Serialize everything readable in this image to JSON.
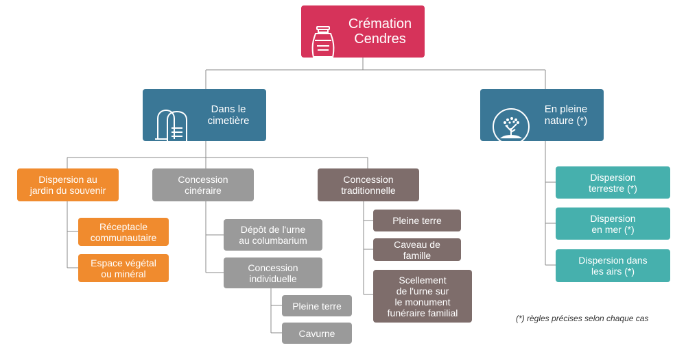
{
  "root": {
    "label": "Crémation\nCendres",
    "icon": "urn-icon"
  },
  "cemetery": {
    "label": "Dans le\ncimetière",
    "icon": "gravestones-icon",
    "jardin": {
      "label": "Dispersion au\njardin du souvenir",
      "children": [
        "Réceptacle\ncommunautaire",
        "Espace végétal\nou minéral"
      ]
    },
    "cineraire": {
      "label": "Concession\ncinéraire",
      "depot": "Dépôt de l'urne\nau columbarium",
      "individuelle": {
        "label": "Concession\nindividuelle",
        "children": [
          "Pleine terre",
          "Cavurne"
        ]
      }
    },
    "traditionnelle": {
      "label": "Concession\ntraditionnelle",
      "children": [
        "Pleine terre",
        "Caveau de\nfamille",
        "Scellement\nde l'urne sur\nle monument\nfunéraire familial"
      ]
    }
  },
  "nature": {
    "label": "En pleine\nnature (*)",
    "icon": "tree-icon",
    "children": [
      "Dispersion\nterrestre (*)",
      "Dispersion\nen mer (*)",
      "Dispersion dans\nles airs (*)"
    ]
  },
  "footnote": "(*) règles précises selon chaque cas",
  "colors": {
    "root": "#d6335a",
    "blue": "#3a7796",
    "orange": "#f08b2e",
    "gray": "#9a9a9a",
    "brown": "#7e6d6b",
    "teal": "#46b0ad",
    "line": "#8a8a8a"
  }
}
